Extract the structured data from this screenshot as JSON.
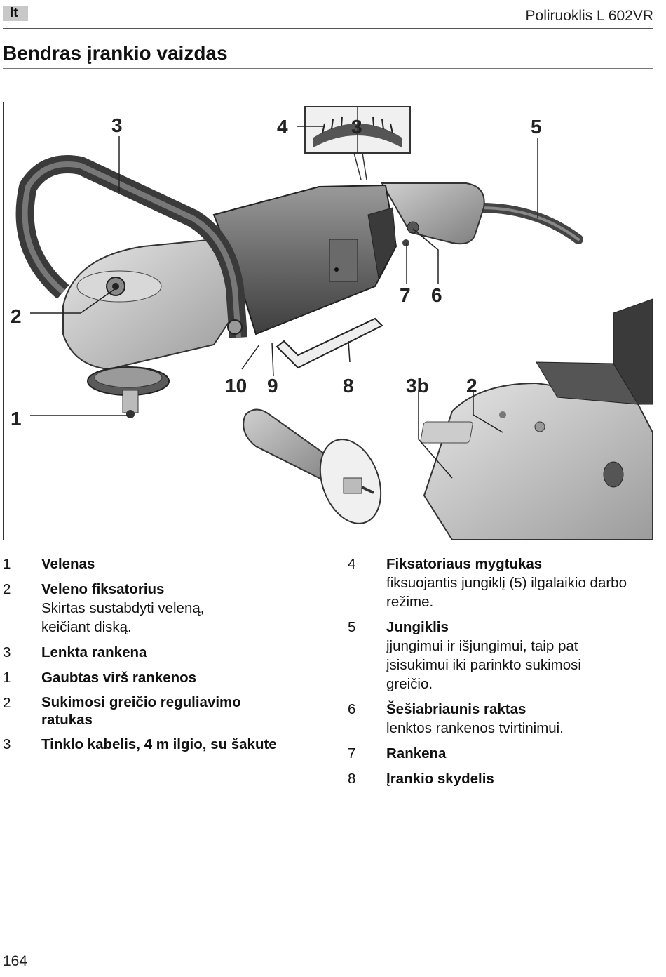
{
  "header": {
    "lang": "lt",
    "doc_title": "Poliruoklis L 602VR",
    "heading": "Bendras įrankio vaizdas"
  },
  "figure": {
    "callouts": [
      "3",
      "4",
      "3",
      "5",
      "2",
      "7",
      "6",
      "10",
      "9",
      "8",
      "3b",
      "2",
      "1"
    ]
  },
  "legend_left": [
    {
      "num": "1",
      "title": "Velenas",
      "desc": ""
    },
    {
      "num": "2",
      "title": "Veleno fiksatorius",
      "desc": "Skirtas sustabdyti veleną, keičiant diską."
    },
    {
      "num": "3",
      "title": "Lenkta rankena",
      "desc": ""
    },
    {
      "num": "1",
      "title": "Gaubtas virš rankenos",
      "desc": ""
    },
    {
      "num": "2",
      "title": "Sukimosi greičio reguliavimo ratukas",
      "desc": ""
    },
    {
      "num": "3",
      "title": "Tinklo kabelis, 4 m ilgio, su šakute",
      "desc": ""
    }
  ],
  "legend_right": [
    {
      "num": "4",
      "title": "Fiksatoriaus mygtukas",
      "desc": "fiksuojantis jungiklį (5) ilgalaikio darbo režime."
    },
    {
      "num": "5",
      "title": "Jungiklis",
      "desc": "įjungimui ir išjungimui, taip pat įsisukimui iki parinkto sukimosi greičio."
    },
    {
      "num": "6",
      "title": "Šešiabriaunis raktas",
      "desc": "lenktos rankenos tvirtinimui."
    },
    {
      "num": "7",
      "title": "Rankena",
      "desc": ""
    },
    {
      "num": "8",
      "title": "Įrankio skydelis",
      "desc": ""
    }
  ],
  "footer": {
    "page_number": "164"
  }
}
